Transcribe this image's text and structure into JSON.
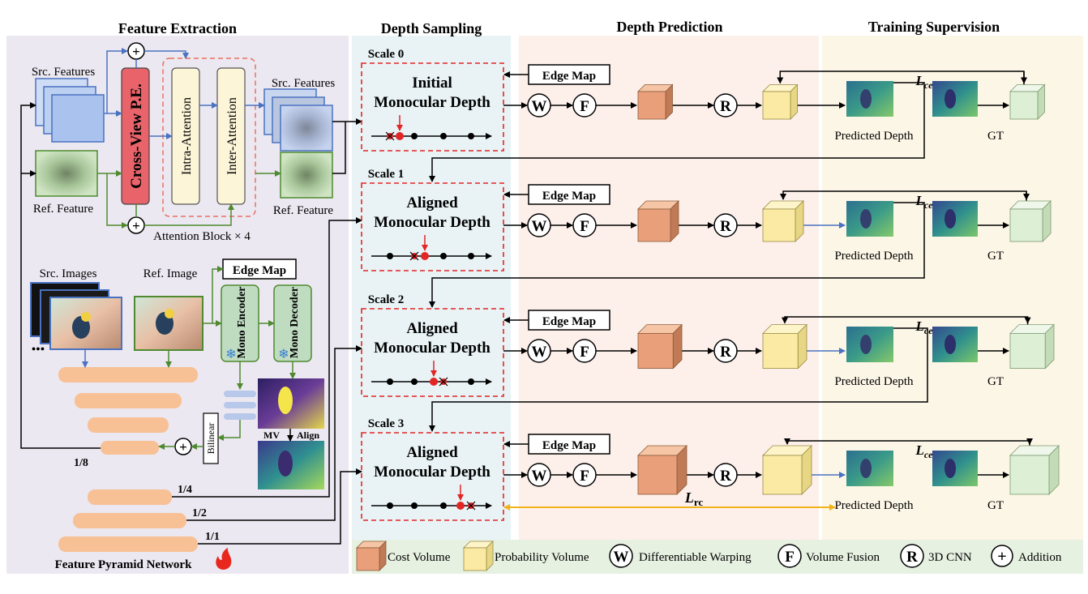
{
  "sections": {
    "feature_extraction": "Feature Extraction",
    "depth_sampling": "Depth Sampling",
    "depth_prediction": "Depth Prediction",
    "training_supervision": "Training Supervision"
  },
  "feature_extraction": {
    "src_features": "Src. Features",
    "src_features_out": "Src. Features",
    "ref_feature": "Ref. Feature",
    "ref_feature_out": "Ref. Feature",
    "cross_view_pe": "Cross-View P.E.",
    "intra_attention": "Intra-Attention",
    "inter_attention": "Inter-Attention",
    "attention_block": "Attention Block × 4",
    "src_images": "Src. Images",
    "ref_image": "Ref. Image",
    "edge_map": "Edge Map",
    "mono_encoder": "Mono Encoder",
    "mono_decoder": "Mono Decoder",
    "bilinear": "Bilinear",
    "mv": "MV",
    "align": "Align",
    "fpn_title": "Feature Pyramid Network",
    "scale_labels": [
      "1/8",
      "1/4",
      "1/2",
      "1/1"
    ],
    "ellipsis": "●●●"
  },
  "scales": [
    {
      "label": "Scale 0",
      "depth_line1": "Initial",
      "depth_line2": "Monocular Depth",
      "edge": "Edge Map",
      "pred": "Predicted Depth",
      "gt": "GT",
      "loss": "L",
      "loss_sub": "ce"
    },
    {
      "label": "Scale 1",
      "depth_line1": "Aligned",
      "depth_line2": "Monocular Depth",
      "edge": "Edge Map",
      "pred": "Predicted Depth",
      "gt": "GT",
      "loss": "L",
      "loss_sub": "ce"
    },
    {
      "label": "Scale 2",
      "depth_line1": "Aligned",
      "depth_line2": "Monocular Depth",
      "edge": "Edge Map",
      "pred": "Predicted Depth",
      "gt": "GT",
      "loss": "L",
      "loss_sub": "ce"
    },
    {
      "label": "Scale 3",
      "depth_line1": "Aligned",
      "depth_line2": "Monocular Depth",
      "edge": "Edge Map",
      "pred": "Predicted Depth",
      "gt": "GT",
      "loss": "L",
      "loss_sub": "ce"
    }
  ],
  "ops": {
    "w": "W",
    "f": "F",
    "r": "R",
    "plus": "+"
  },
  "lrc": {
    "main": "L",
    "sub": "rc"
  },
  "legend": {
    "cost_volume": "Cost Volume",
    "probability_volume": "Probability Volume",
    "warping": "Differentiable Warping",
    "fusion": "Volume Fusion",
    "cnn": "3D CNN",
    "addition": "Addition"
  },
  "colors": {
    "fe_bg": "#ebe8f1",
    "ds_bg": "#e9f3f6",
    "dp_bg": "#fdf0ea",
    "ts_bg": "#fcf6e6",
    "legend_bg": "#e7f1e1",
    "cost_volume": "#e9a07a",
    "probability_volume": "#fbeaa3",
    "gt_volume": "#ddefd5",
    "cross_view": "#e8636a",
    "attention": "#fcf5d8",
    "mono": "#bfdcc1",
    "pyramid": "#f7c095",
    "arrow_blue": "#4a72c0",
    "arrow_green": "#4f8a30",
    "dashed_red": "#e32525",
    "lrc_arrow": "#f2b21a"
  }
}
